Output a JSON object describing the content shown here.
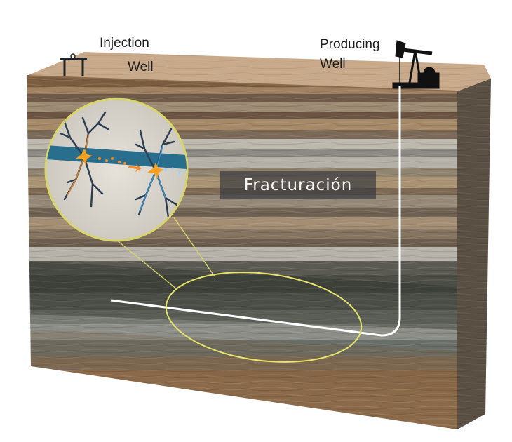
{
  "labels": {
    "injection_line1": "Injection",
    "injection_line2": "Well",
    "producing_line1": "Producing",
    "producing_line2": "Well"
  },
  "title": "Fracturación",
  "icons": {
    "injection_well": "pipe-valve-icon",
    "producing_well": "pumpjack-icon"
  },
  "colors": {
    "well_path": "#ffffff",
    "highlight_ellipse": "#e8e46a",
    "fracture_orange": "#f08a2a",
    "fracture_blue": "#3aa0e0",
    "surface": "#c8a98a"
  }
}
